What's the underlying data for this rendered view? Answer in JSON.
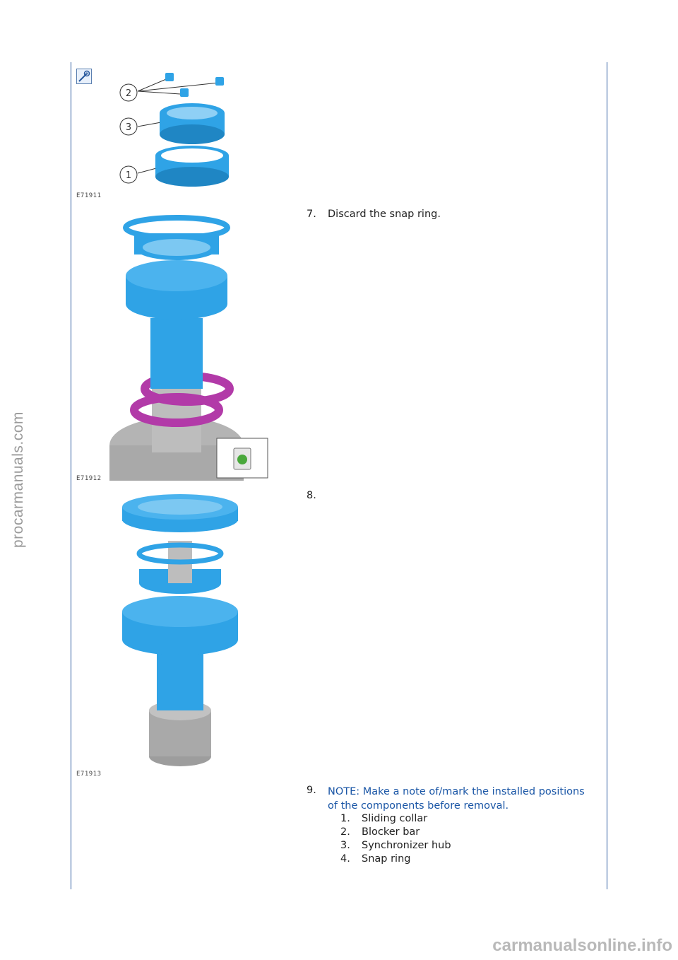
{
  "figures": [
    {
      "label": "E71911",
      "callouts": [
        "2",
        "3",
        "1"
      ]
    },
    {
      "label": "E71912"
    },
    {
      "label": "E71913"
    }
  ],
  "steps": [
    {
      "number": "7.",
      "text": "Discard the snap ring."
    },
    {
      "number": "8.",
      "text": ""
    },
    {
      "number": "9.",
      "text": "NOTE: Make a note of/mark the installed positions of the components before removal."
    }
  ],
  "parts_list": [
    {
      "n": "1.",
      "label": "Sliding collar"
    },
    {
      "n": "2.",
      "label": "Blocker bar"
    },
    {
      "n": "3.",
      "label": "Synchronizer hub"
    },
    {
      "n": "4.",
      "label": "Snap ring"
    }
  ],
  "watermark_side": "procarmanuals.com",
  "watermark_bottom": "carmanualsonline.info",
  "colors": {
    "part_blue": "#2fa3e6",
    "highlight_magenta": "#b23aa8",
    "gear_gray": "#a9a9a9",
    "rule_blue": "#2a5a9e",
    "note_blue": "#1a56a6"
  }
}
